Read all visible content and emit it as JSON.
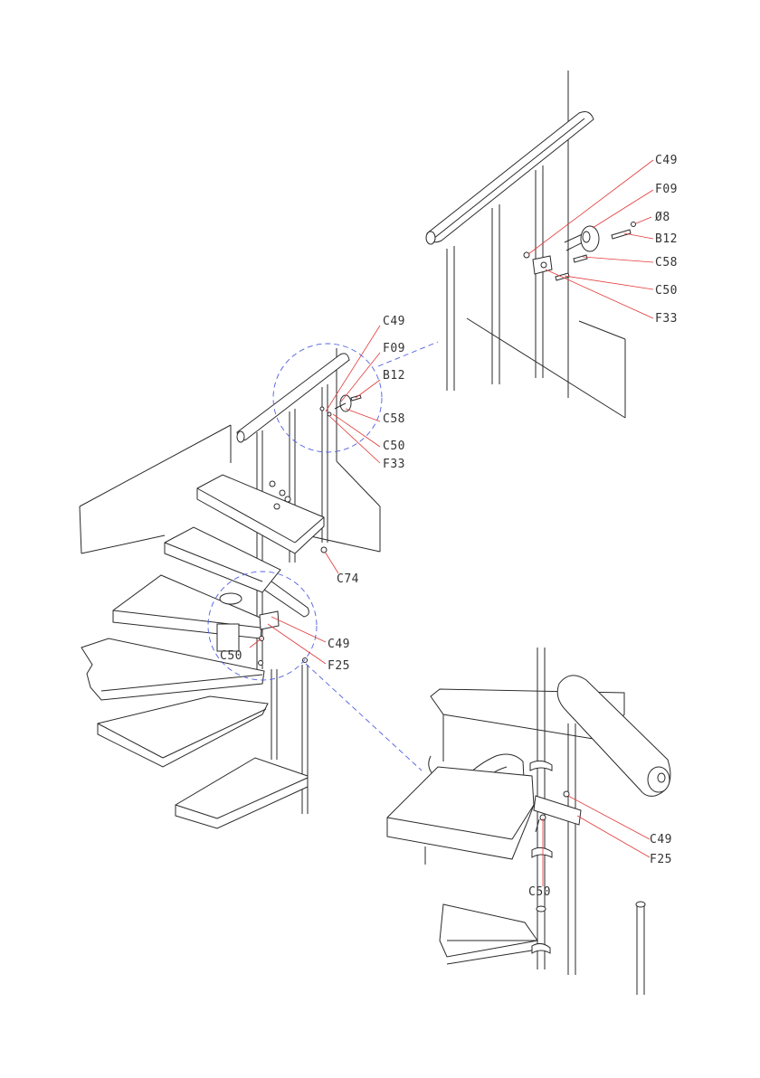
{
  "colors": {
    "line": "#2a2a2a",
    "leader": "#e23a3a",
    "detail_circle": "#4f5fe0"
  },
  "detail_top": [
    "C49",
    "F09",
    "Ø8",
    "B12",
    "C58",
    "C50",
    "F33"
  ],
  "overview_top": [
    "C49",
    "F09",
    "B12",
    "C58",
    "C50",
    "F33"
  ],
  "overview_bottom": [
    "C74",
    "C49",
    "F25",
    "C50"
  ],
  "detail_bottom": [
    "C49",
    "F25",
    "C50"
  ]
}
